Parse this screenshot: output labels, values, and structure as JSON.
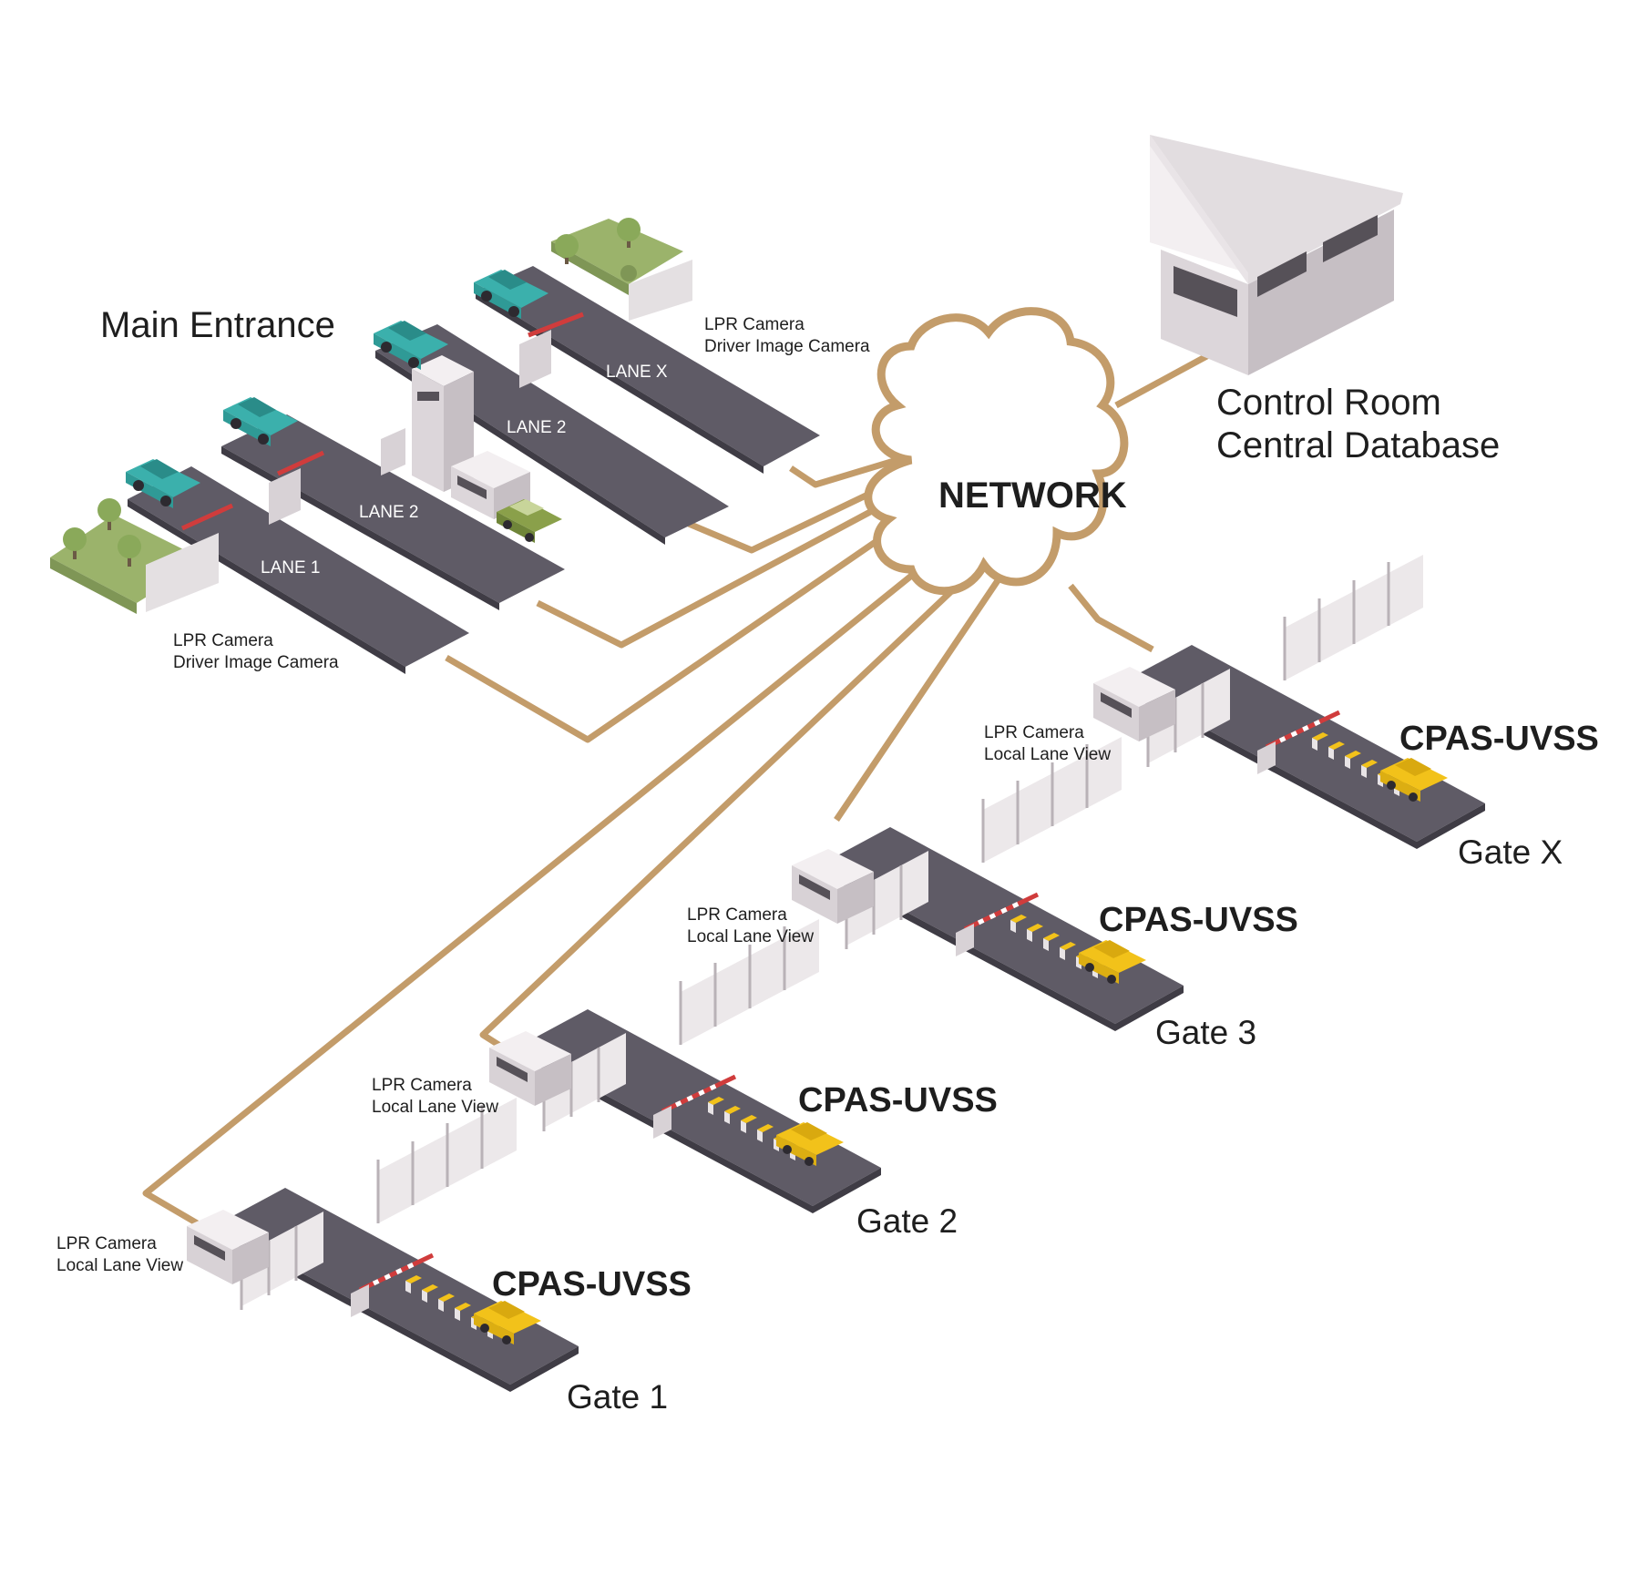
{
  "main_entrance": {
    "title": "Main Entrance",
    "lanes": [
      "LANE 1",
      "LANE 2",
      "LANE 2",
      "LANE X"
    ],
    "camera_top": {
      "line1": "LPR Camera",
      "line2": "Driver Image Camera"
    },
    "camera_bottom": {
      "line1": "LPR Camera",
      "line2": "Driver Image Camera"
    }
  },
  "network": {
    "label": "NETWORK"
  },
  "control_room": {
    "line1": "Control Room",
    "line2": "Central Database"
  },
  "gates": [
    {
      "name": "Gate 1",
      "system": "CPAS-UVSS",
      "cam1": "LPR Camera",
      "cam2": "Local Lane View"
    },
    {
      "name": "Gate 2",
      "system": "CPAS-UVSS",
      "cam1": "LPR Camera",
      "cam2": "Local Lane View"
    },
    {
      "name": "Gate 3",
      "system": "CPAS-UVSS",
      "cam1": "LPR Camera",
      "cam2": "Local Lane View"
    },
    {
      "name": "Gate X",
      "system": "CPAS-UVSS",
      "cam1": "LPR Camera",
      "cam2": "Local Lane View"
    }
  ],
  "colors": {
    "link": "#c39c6a",
    "road": "#5f5b66",
    "road_edge": "#3f3c45",
    "grass": "#9bb36b",
    "building_top": "#f3eff1",
    "building_left": "#d8d2d6",
    "building_right": "#c6bfc4",
    "car_teal": "#3bb0ac",
    "taxi": "#f2c21a"
  }
}
